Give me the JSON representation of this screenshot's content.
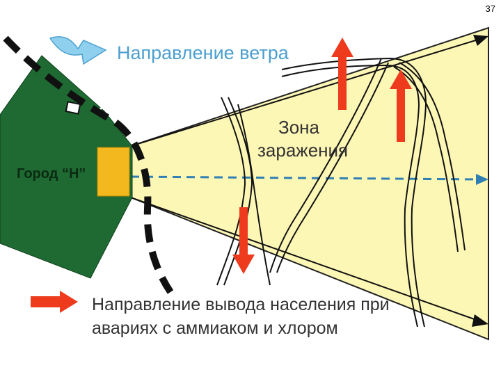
{
  "page_number": "37",
  "wind_label": "Направление ветра",
  "zone_label_line1": "Зона",
  "zone_label_line2": "заражения",
  "city_label": "Город “Н”",
  "evac_label_line1": "Направление вывода населения при",
  "evac_label_line2": "авариях с аммиаком и хлором",
  "colors": {
    "zone_fill": "#fdf7b6",
    "city_fill": "#1e6a32",
    "source_fill": "#f4b81f",
    "evac_arrow": "#ee3b1e",
    "wind_arrow": "#8fd0ee",
    "wind_text": "#4b9fd0",
    "axis_line": "#2f7fb4"
  }
}
